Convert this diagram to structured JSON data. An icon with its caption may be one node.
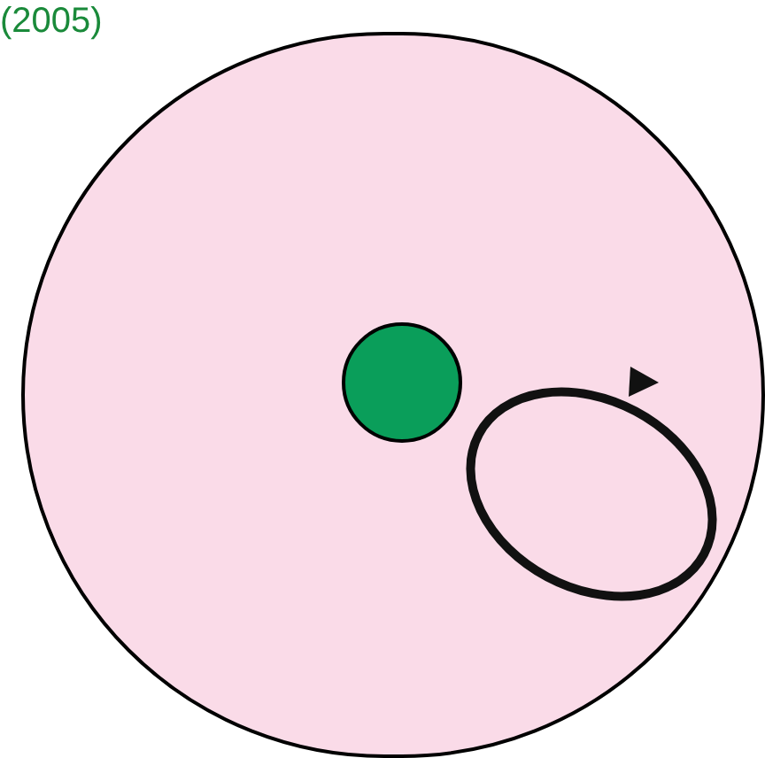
{
  "diagram": {
    "nodes": [
      {
        "text": [],
        "shape": "circle"
      },
      {
        "text": [],
        "shape": "circle",
        "in": 0
      }
    ],
    "labels": [
      "(2005)"
    ]
  }
}
